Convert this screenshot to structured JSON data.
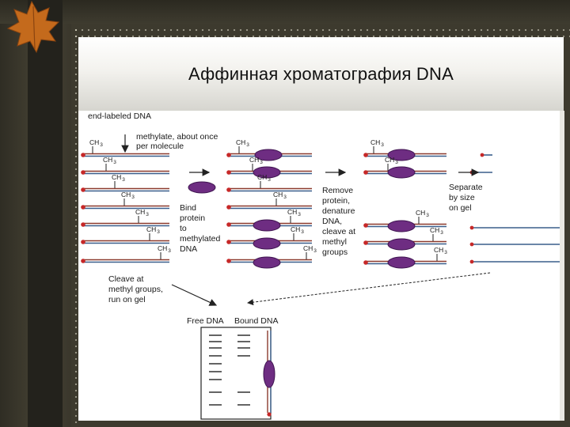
{
  "slide": {
    "title": "Аффинная хроматография DNA"
  },
  "diagram": {
    "end_labeled": "end-labeled DNA",
    "methylate_1": "methylate, about once",
    "methylate_2": "per molecule",
    "methyl_group": "CH",
    "methyl_sub": "3",
    "bind_lines": [
      "Bind",
      "protein",
      "to",
      "methylated",
      "DNA"
    ],
    "remove_lines": [
      "Remove",
      "protein,",
      "denature",
      "DNA,",
      "cleave at",
      "methyl",
      "groups"
    ],
    "separate_lines": [
      "Separate",
      "by size",
      "on gel"
    ],
    "cleave_lines": [
      "Cleave at",
      "methyl groups,",
      "run on gel"
    ],
    "free_dna": "Free DNA",
    "bound_dna": "Bound DNA"
  },
  "colors": {
    "strand_top": "#8c3a2e",
    "strand_bottom": "#3a5f8c",
    "protein": "#6e2d82",
    "label_dot": "#c62828"
  }
}
